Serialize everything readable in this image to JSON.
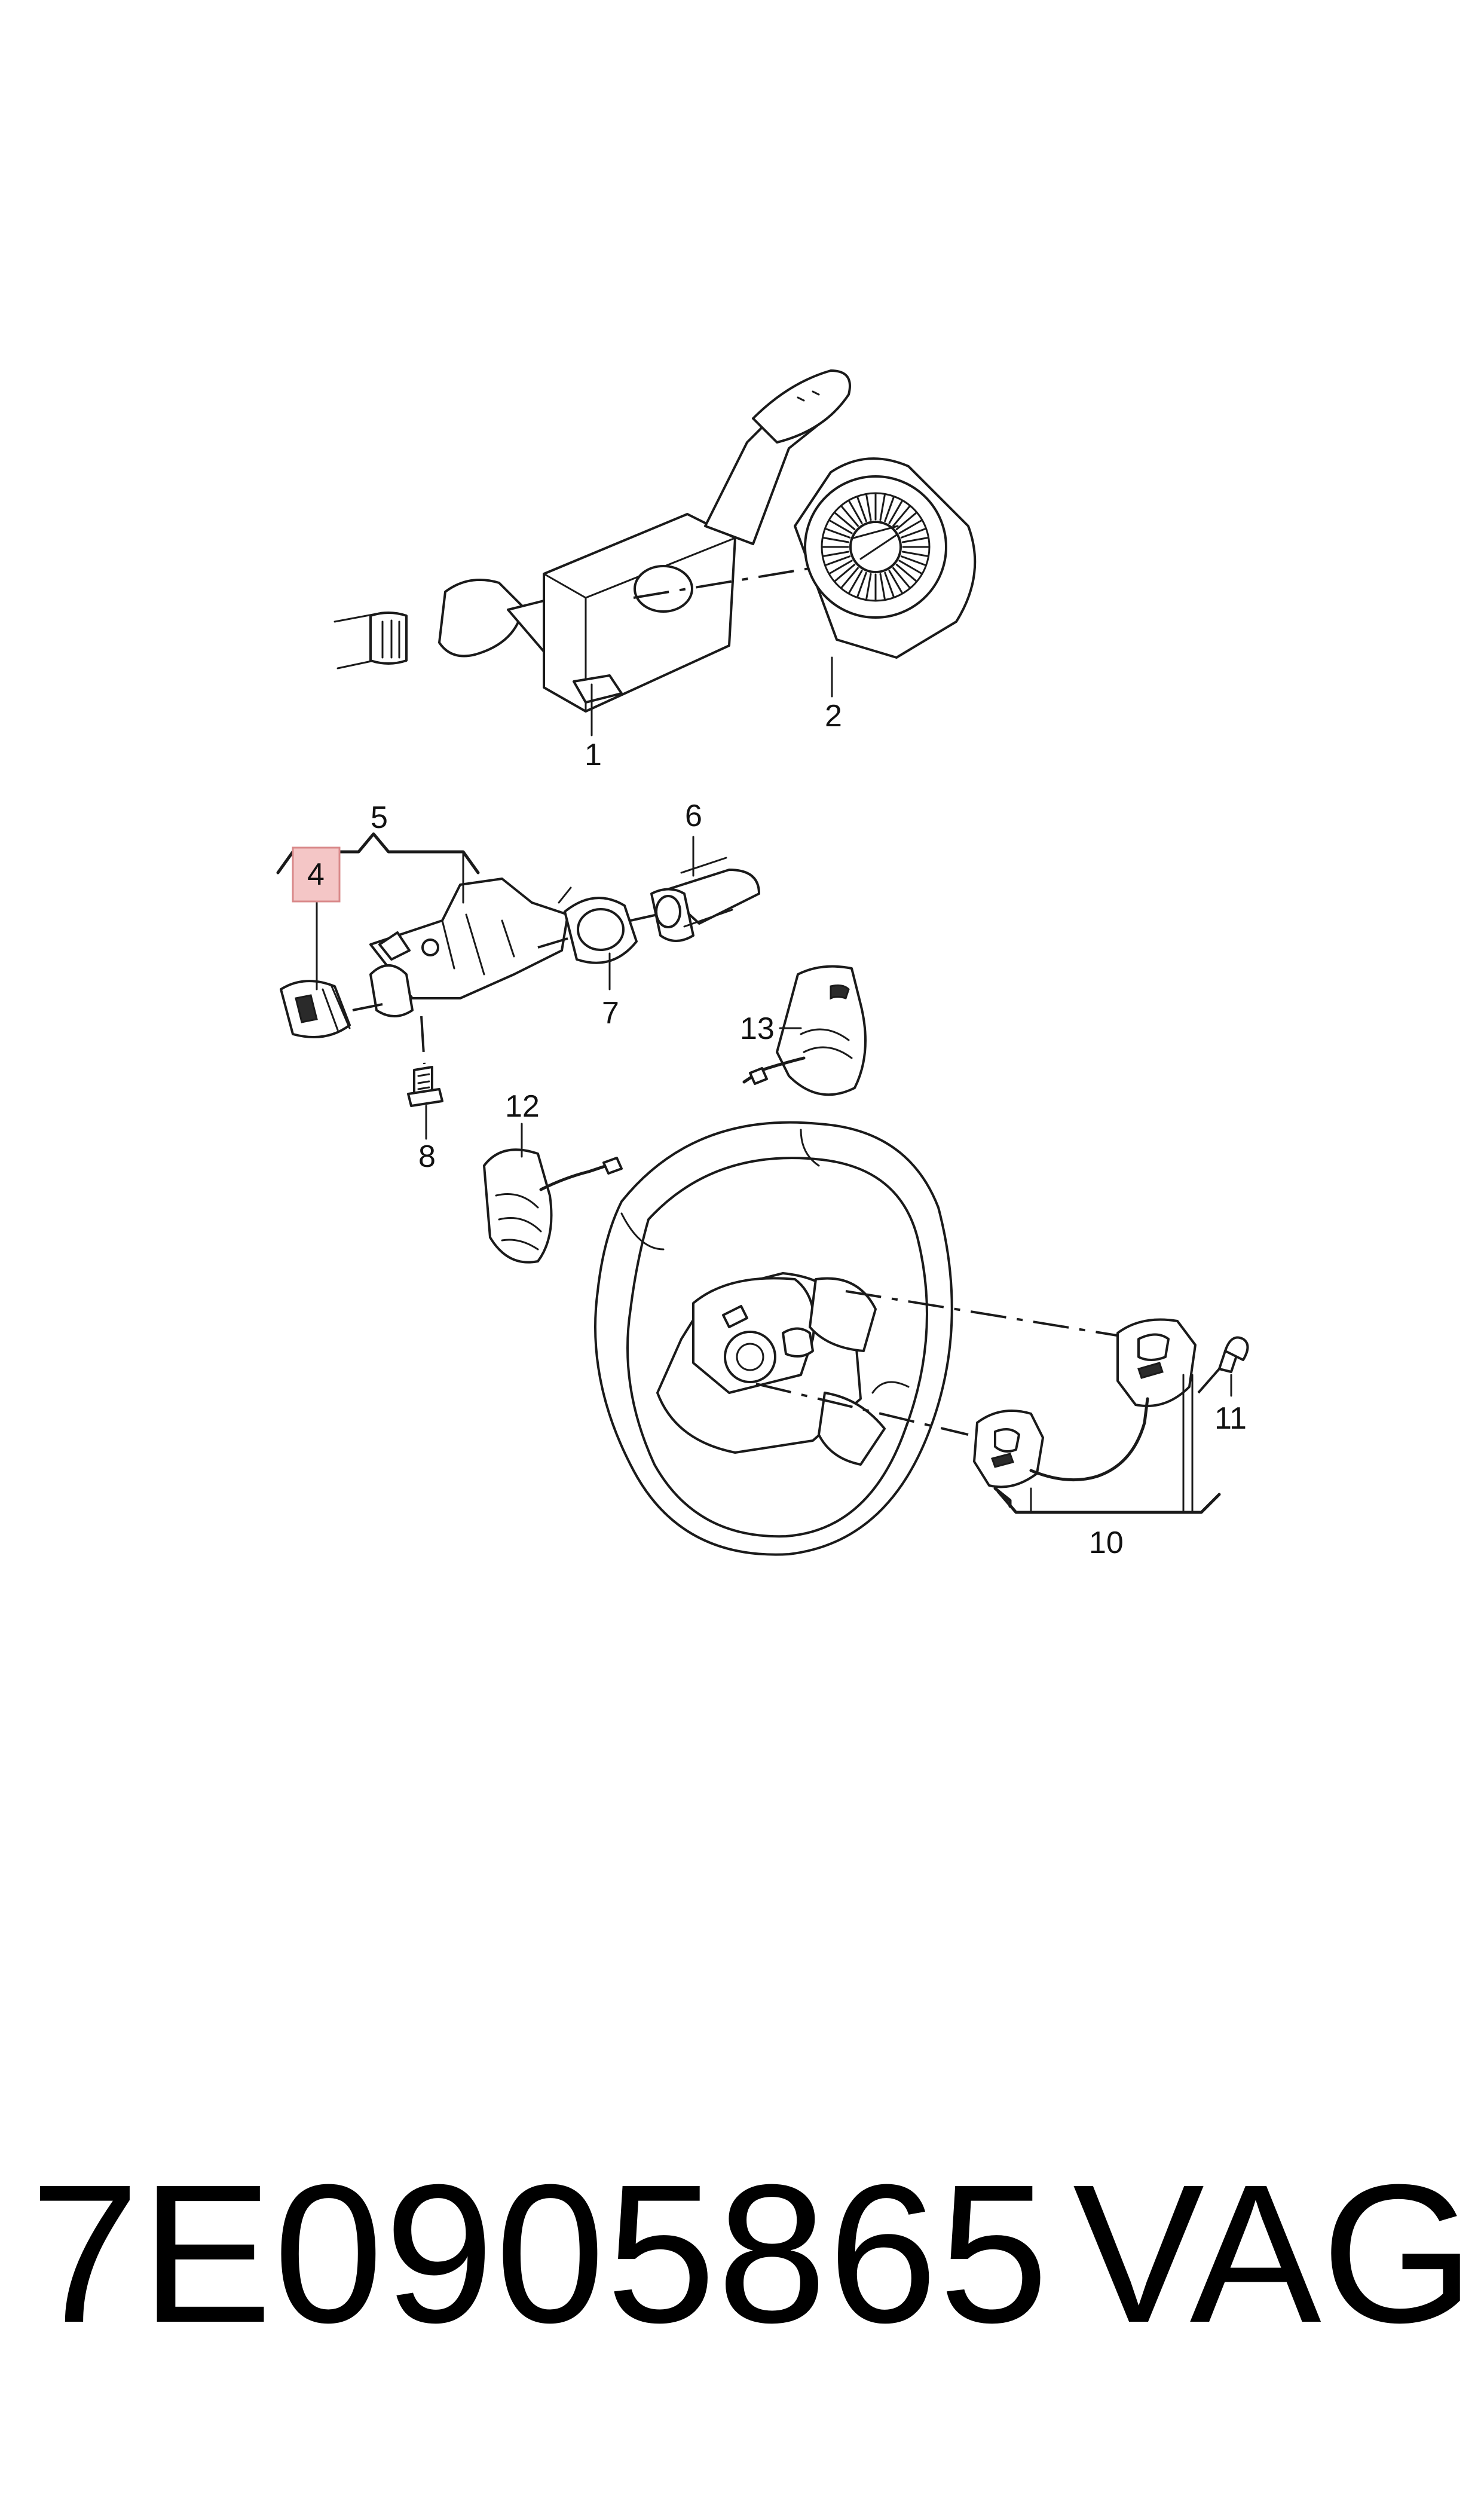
{
  "callouts": {
    "c1": "1",
    "c2": "2",
    "c4": "4",
    "c5": "5",
    "c6": "6",
    "c7": "7",
    "c8": "8",
    "c10": "10",
    "c11": "11",
    "c12": "12",
    "c13": "13"
  },
  "highlight_color": "#f4c6c6",
  "footer": {
    "part_number": "7E0905865",
    "brand": "VAG"
  }
}
